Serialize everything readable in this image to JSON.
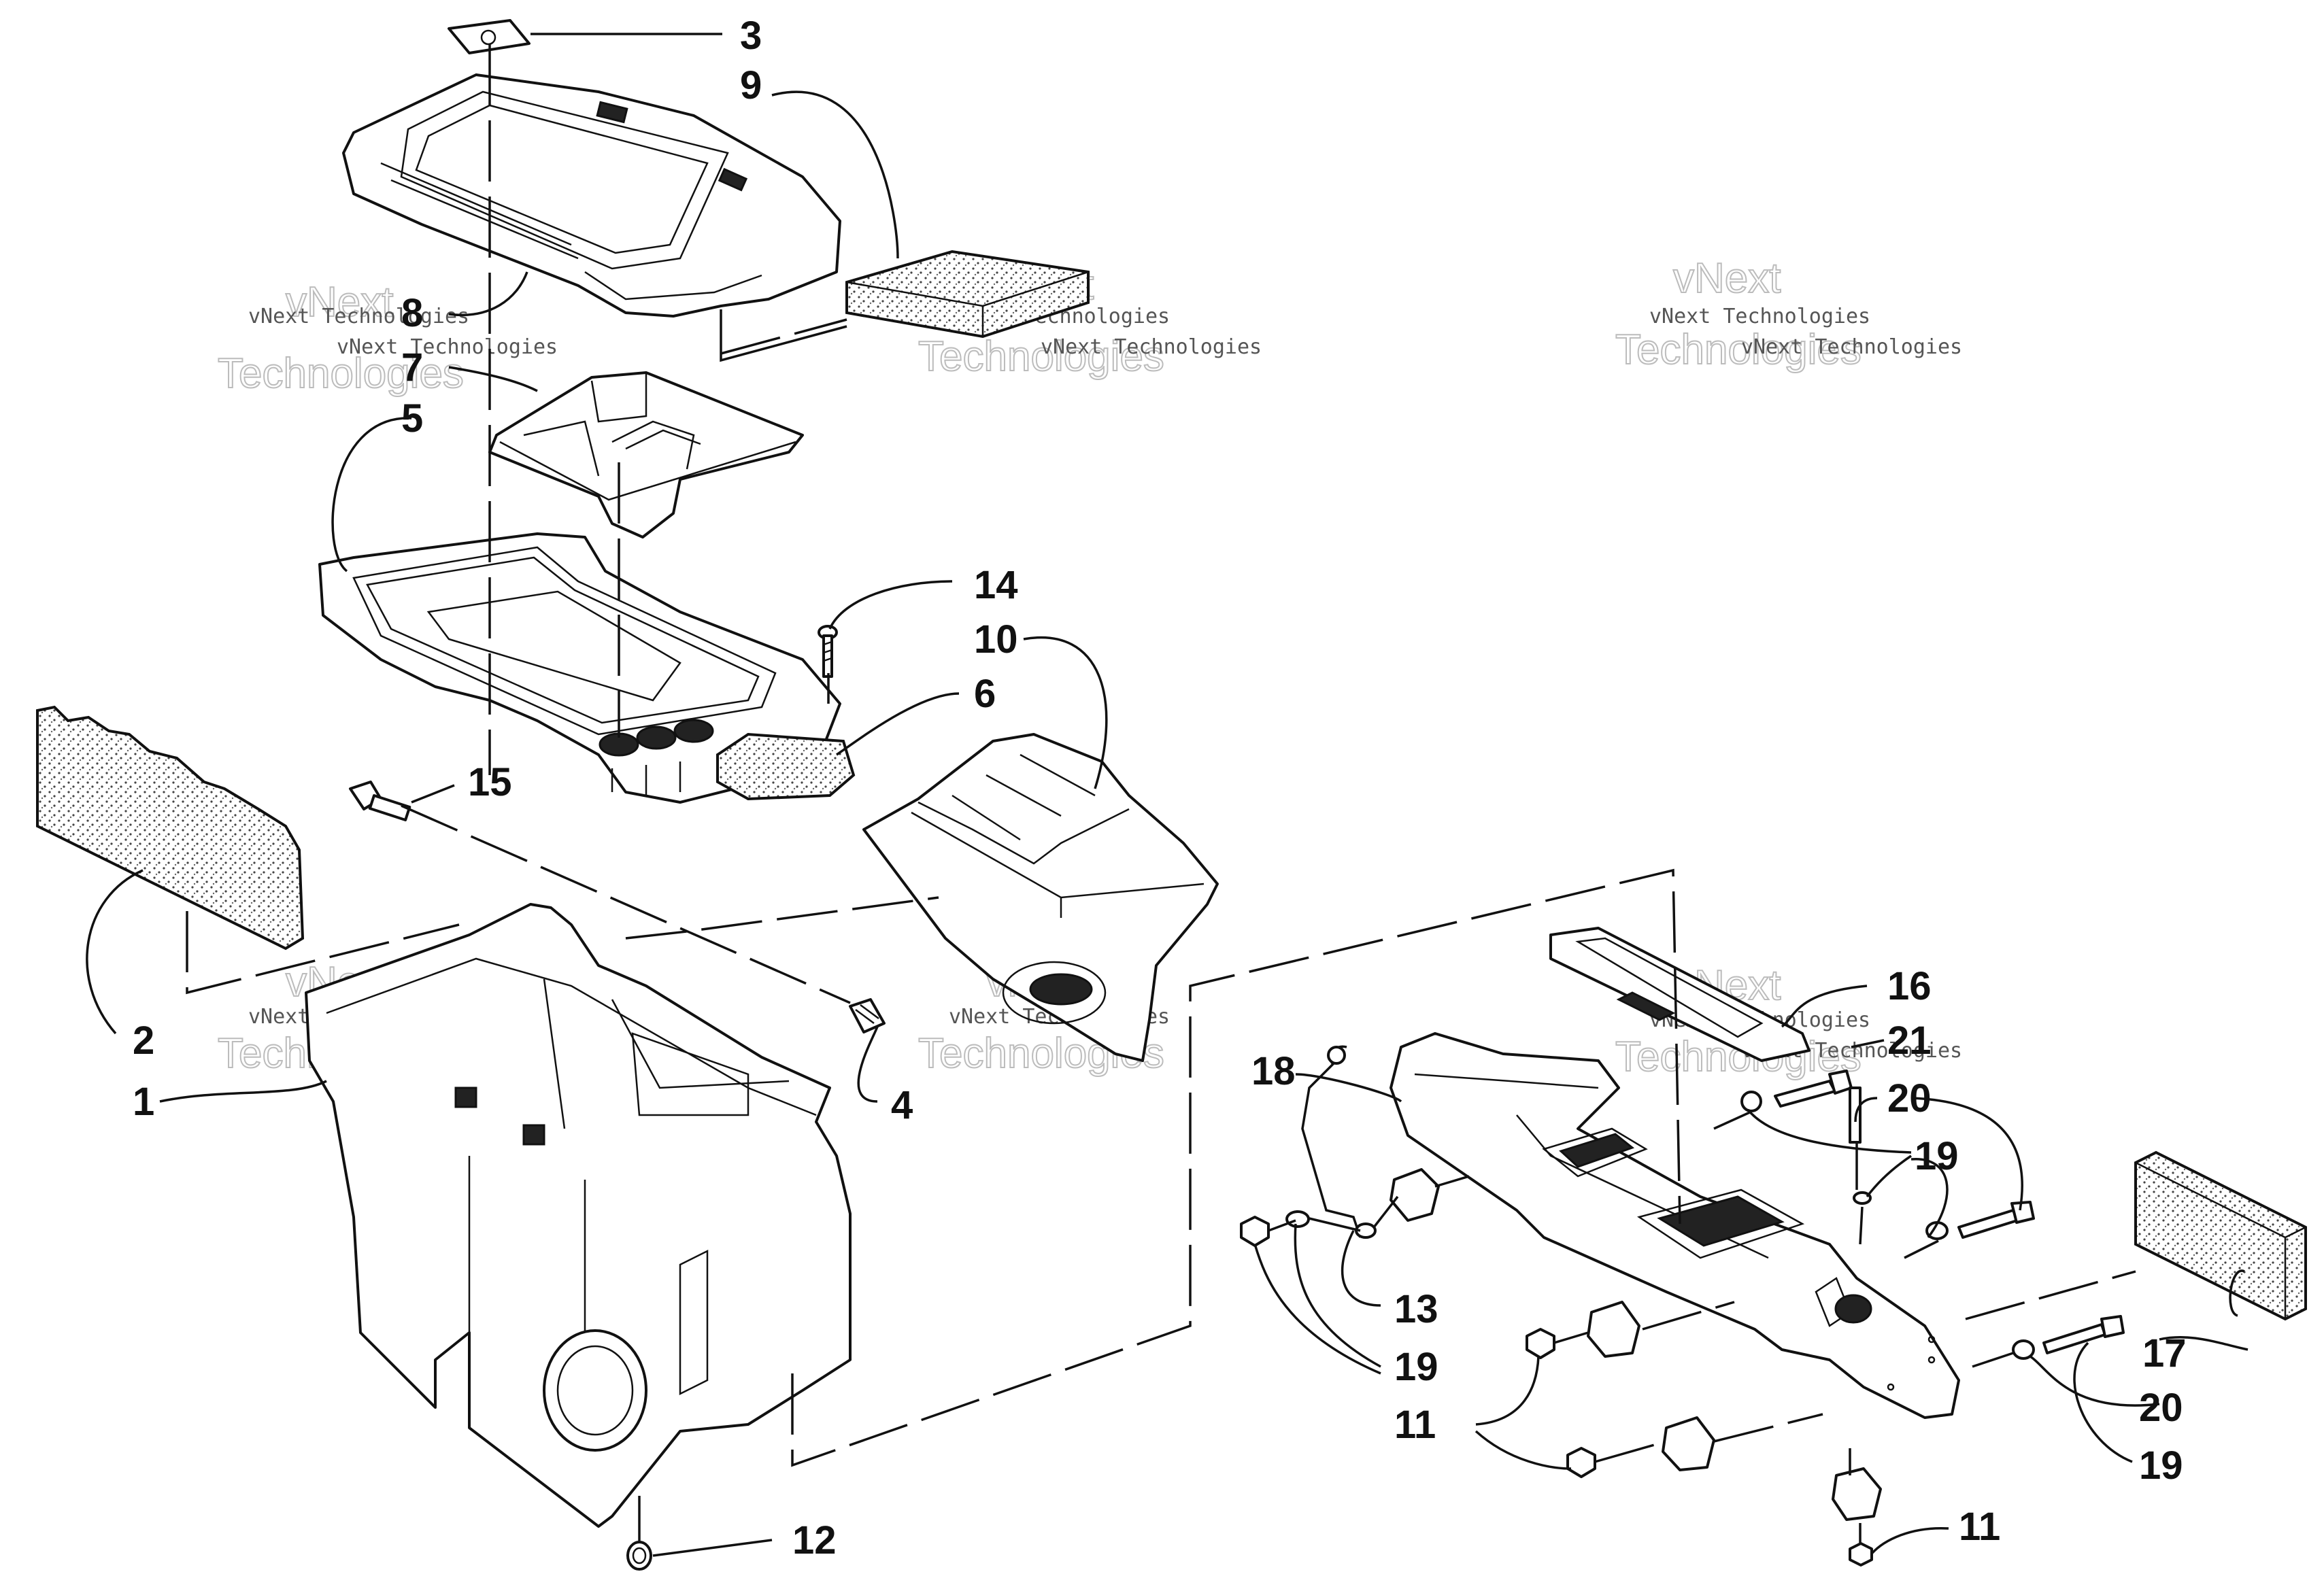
{
  "watermark": {
    "small_text": "vNext Technologies",
    "big_text_1": "vNext",
    "big_text_2": "Technologies"
  },
  "callouts": [
    {
      "id": "c1",
      "label": "1"
    },
    {
      "id": "c2",
      "label": "2"
    },
    {
      "id": "c3",
      "label": "3"
    },
    {
      "id": "c4",
      "label": "4"
    },
    {
      "id": "c5",
      "label": "5"
    },
    {
      "id": "c6",
      "label": "6"
    },
    {
      "id": "c7",
      "label": "7"
    },
    {
      "id": "c8",
      "label": "8"
    },
    {
      "id": "c9",
      "label": "9"
    },
    {
      "id": "c10",
      "label": "10"
    },
    {
      "id": "c11a",
      "label": "11"
    },
    {
      "id": "c11b",
      "label": "11"
    },
    {
      "id": "c12",
      "label": "12"
    },
    {
      "id": "c13",
      "label": "13"
    },
    {
      "id": "c14",
      "label": "14"
    },
    {
      "id": "c15",
      "label": "15"
    },
    {
      "id": "c16",
      "label": "16"
    },
    {
      "id": "c17",
      "label": "17"
    },
    {
      "id": "c18",
      "label": "18"
    },
    {
      "id": "c19a",
      "label": "19"
    },
    {
      "id": "c19b",
      "label": "19"
    },
    {
      "id": "c19c",
      "label": "19"
    },
    {
      "id": "c20a",
      "label": "20"
    },
    {
      "id": "c20b",
      "label": "20"
    },
    {
      "id": "c21",
      "label": "21"
    }
  ]
}
